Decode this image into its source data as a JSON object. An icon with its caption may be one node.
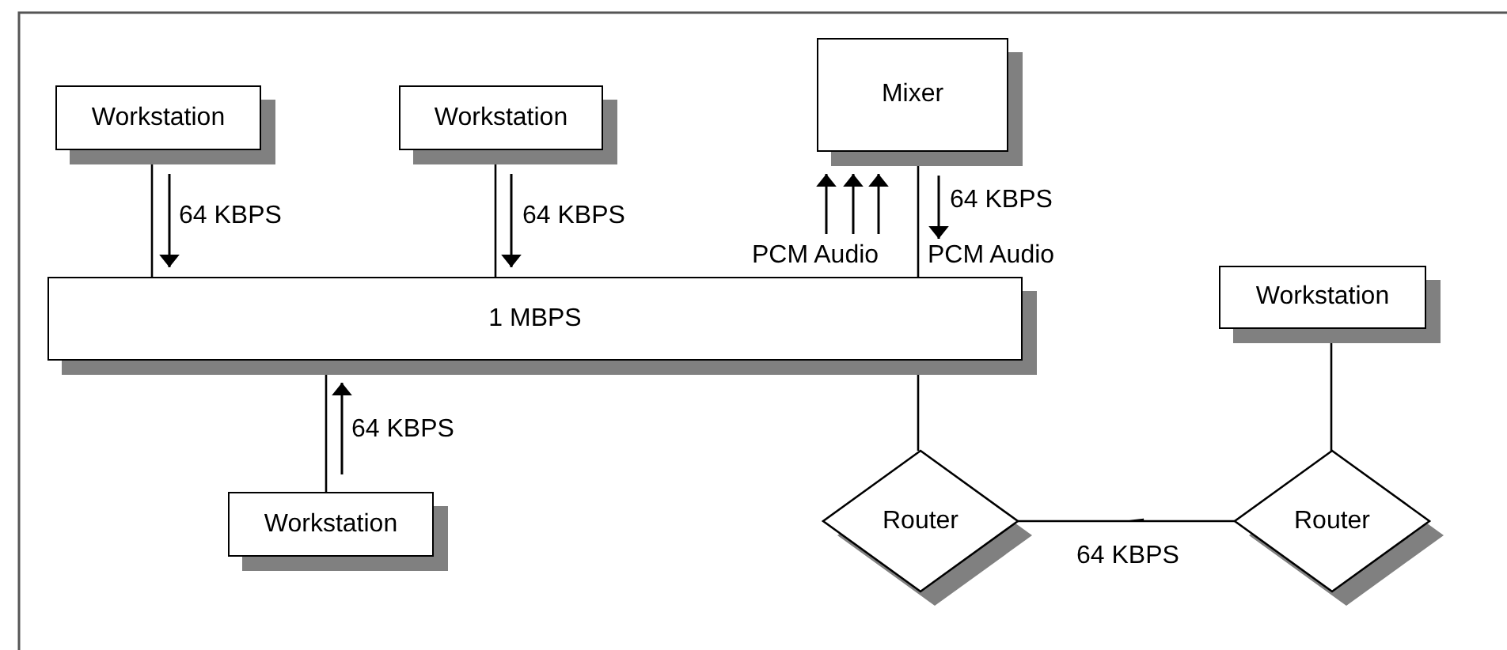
{
  "diagram": {
    "nodes": [
      {
        "text": [
          "Workstation"
        ]
      },
      {
        "text": [
          "Workstation"
        ]
      },
      {
        "text": [
          "Mixer"
        ]
      },
      {
        "text": [
          "1 MBPS"
        ]
      },
      {
        "text": [
          "Workstation"
        ]
      },
      {
        "text": [
          "Workstation"
        ]
      },
      {
        "text": [
          "Router"
        ]
      },
      {
        "text": [
          "Router"
        ]
      }
    ],
    "edges": [
      {
        "from": 0,
        "to": 3,
        "arrow": "none"
      },
      {
        "from": 1,
        "to": 3,
        "arrow": "none"
      },
      {
        "from": 2,
        "to": 3,
        "arrow": "none"
      },
      {
        "from": 3,
        "to": 5,
        "arrow": "none"
      },
      {
        "from": 3,
        "to": 6,
        "arrow": "none"
      },
      {
        "from": 4,
        "to": 7,
        "arrow": "none"
      },
      {
        "from": 6,
        "to": 7,
        "arrow": "none",
        "label": "64 KBPS"
      }
    ],
    "labels": [
      "64 KBPS",
      "64 KBPS",
      "64 KBPS",
      "PCM Audio",
      "PCM Audio",
      "64 KBPS"
    ]
  }
}
